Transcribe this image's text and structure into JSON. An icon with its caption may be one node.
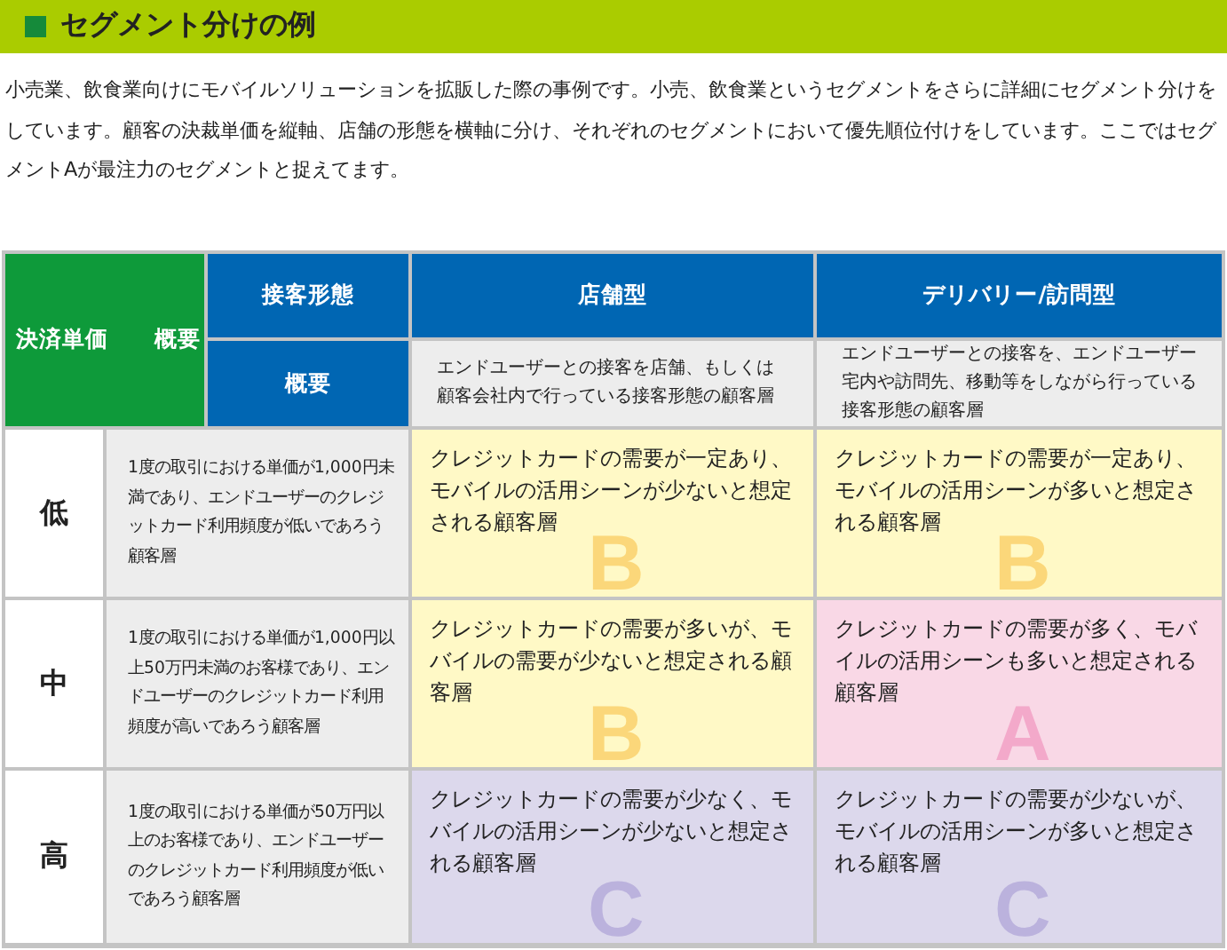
{
  "diagram": {
    "title": "セグメント分けの例",
    "labels": [
      "小売業、飲食業向けにモバイルソリューションを拡販した際の事例です。小売、飲食業というセグメントをさらに詳細にセグメント分けをしています。顧客の決裁単価を縦軸、店舗の形態を横軸に分け、それぞれのセグメントにおいて優先順位付けをしています。ここではセグメントAが最注力のセグメントと捉えてます。",
      "決済単価",
      "概要",
      "接客形態",
      "店舗型",
      "デリバリー/訪問型",
      "概要",
      "エンドユーザーとの接客を店舗、もしくは顧客会社内で行っている接客形態の顧客層",
      "エンドユーザーとの接客を、エンドユーザー宅内や訪問先、移動等をしながら行っている接客形態の顧客層",
      "低",
      "1度の取引における単価が1,000円未満であり、エンドユーザーのクレジットカード利用頻度が低いであろう顧客層",
      "クレジットカードの需要が一定あり、モバイルの活用シーンが少ないと想定される顧客層",
      "B",
      "クレジットカードの需要が一定あり、モバイルの活用シーンが多いと想定される顧客層",
      "B",
      "中",
      "1度の取引における単価が1,000円以上50万円未満のお客様であり、エンドユーザーのクレジットカード利用頻度が高いであろう顧客層",
      "クレジットカードの需要が多いが、モバイルの需要が少ないと想定される顧客層",
      "B",
      "クレジットカードの需要が多く、モバイルの活用シーンも多いと想定される顧客層",
      "A",
      "高",
      "1度の取引における単価が50万円以上のお客様であり、エンドユーザーのクレジットカード利用頻度が低いであろう顧客層",
      "クレジットカードの需要が少なく、モバイルの活用シーンが少ないと想定される顧客層",
      "C",
      "クレジットカードの需要が少ないが、モバイルの活用シーンが多いと想定される顧客層",
      "C"
    ]
  }
}
